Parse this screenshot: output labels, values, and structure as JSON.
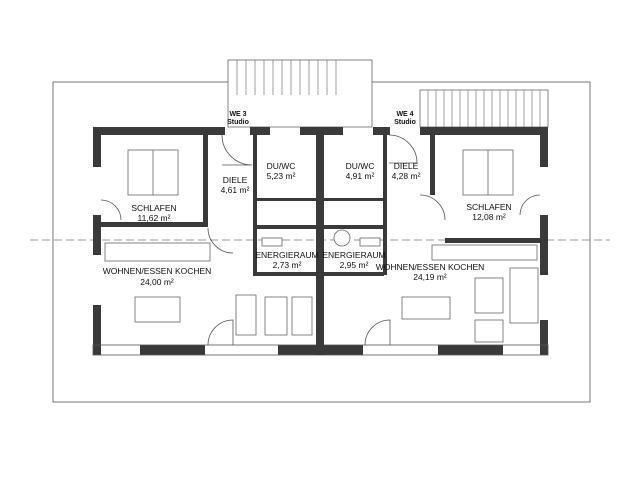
{
  "title": "Grundriss WE 3 / WE 4",
  "units": [
    {
      "name": "WE 3",
      "type": "Studio"
    },
    {
      "name": "WE 4",
      "type": "Studio"
    }
  ],
  "rooms": {
    "we3_schlafen": {
      "name": "SCHLAFEN",
      "area": "11,62 m²"
    },
    "we3_diele": {
      "name": "DIELE",
      "area": "4,61 m²"
    },
    "we3_duwc": {
      "name": "DU/WC",
      "area": "5,23 m²"
    },
    "we3_energie": {
      "name": "ENERGIERAUM",
      "area": "2,73 m²"
    },
    "we3_wohnen": {
      "name": "WOHNEN/ESSEN KOCHEN",
      "area": "24,00 m²"
    },
    "we4_duwc": {
      "name": "DU/WC",
      "area": "4,91 m²"
    },
    "we4_diele": {
      "name": "DIELE",
      "area": "4,28 m²"
    },
    "we4_schlafen": {
      "name": "SCHLAFEN",
      "area": "12,08 m²"
    },
    "we4_energie": {
      "name": "ENERGIERAUM",
      "area": "2,95 m²"
    },
    "we4_wohnen": {
      "name": "WOHNEN/ESSEN KOCHEN",
      "area": "24,19 m²"
    }
  }
}
